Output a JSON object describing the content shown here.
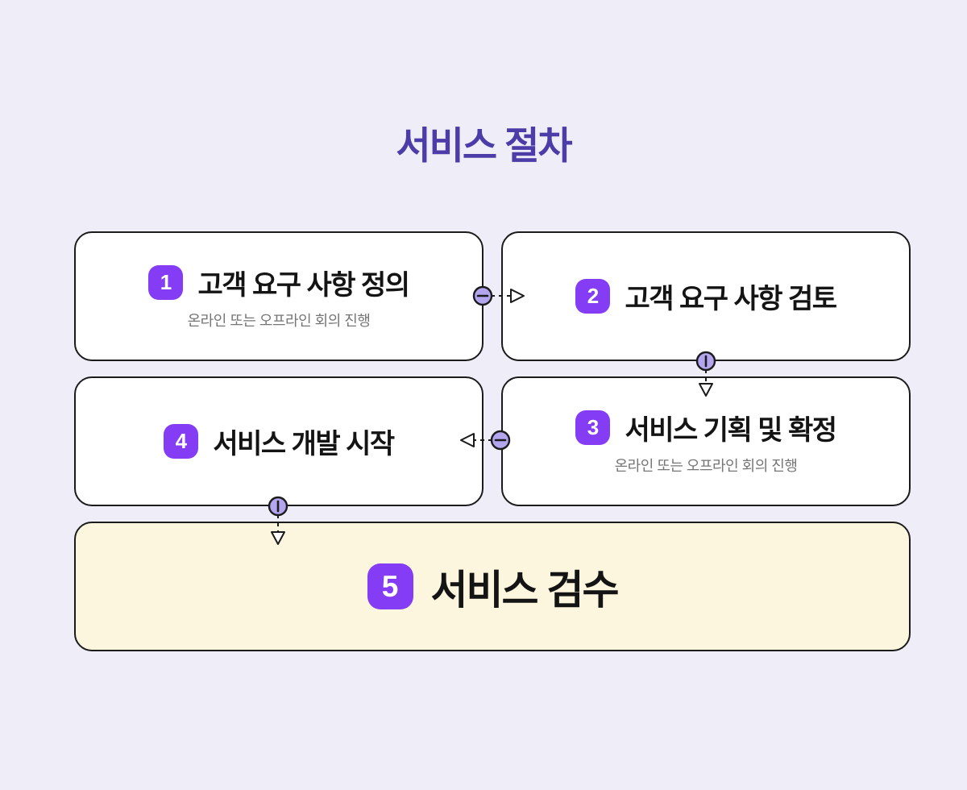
{
  "page": {
    "title": "서비스 절차",
    "background_color": "#EFEEF8"
  },
  "colors": {
    "title_purple": "#4B3CA8",
    "badge_purple": "#843DF5",
    "node_border": "#1B1B1B",
    "node_background": "#FFFFFF",
    "final_node_background": "#FDF6DE",
    "subtitle_gray": "#767676",
    "port_fill": "#B3A5EE"
  },
  "steps": [
    {
      "number": "1",
      "title": "고객 요구 사항 정의",
      "subtitle": "온라인 또는 오프라인 회의 진행"
    },
    {
      "number": "2",
      "title": "고객 요구 사항 검토"
    },
    {
      "number": "3",
      "title": "서비스 기획 및 확정",
      "subtitle": "온라인 또는 오프라인 회의 진행"
    },
    {
      "number": "4",
      "title": "서비스 개발 시작"
    },
    {
      "number": "5",
      "title": "서비스 검수"
    }
  ],
  "connectors": [
    {
      "from": "1",
      "to": "2",
      "direction": "right",
      "style": "dashed-open-arrow"
    },
    {
      "from": "2",
      "to": "3",
      "direction": "down",
      "style": "dashed-open-arrow"
    },
    {
      "from": "3",
      "to": "4",
      "direction": "left",
      "style": "dashed-open-arrow"
    },
    {
      "from": "4",
      "to": "5",
      "direction": "down",
      "style": "dashed-open-arrow"
    }
  ]
}
